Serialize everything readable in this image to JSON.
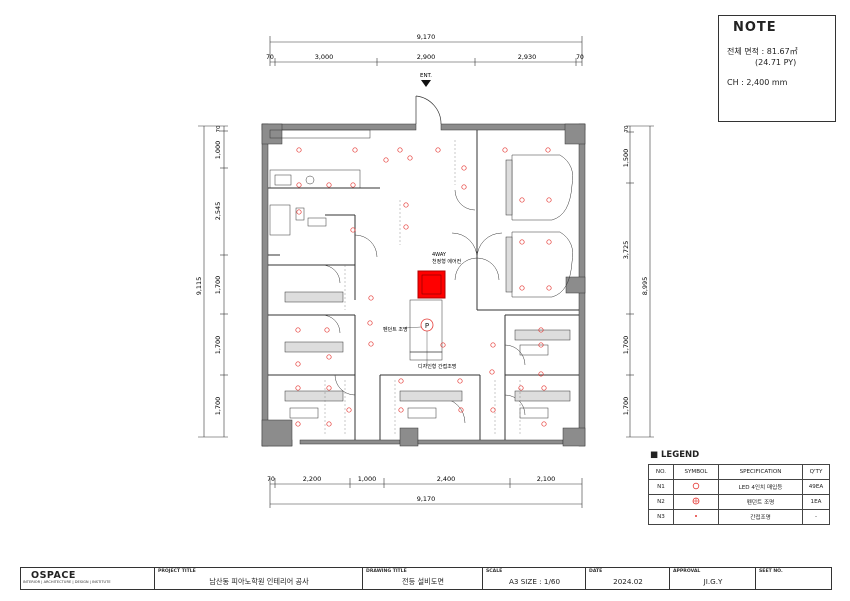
{
  "dimensions": {
    "top_total": "9,170",
    "top_segments": [
      "70",
      "3,000",
      "2,900",
      "2,930",
      "70"
    ],
    "bottom_segments": [
      "70",
      "2,200",
      "1,000",
      "2,400",
      "2,100"
    ],
    "bottom_total": "9,170",
    "left_total": "9,115",
    "left_segments": [
      "70",
      "1,000",
      "2,545",
      "1,700",
      "1,700",
      "1,700"
    ],
    "right_segments": [
      "70",
      "1,500",
      "3,725",
      "1,700",
      "1,700"
    ],
    "right_total": "8,995"
  },
  "plan_labels": {
    "entrance": "ENT.",
    "aircon_4way": "4WAY",
    "aircon": "천정형 에어컨",
    "pendant": "펜던트 조명",
    "design_indirect": "디자인형 간접조명"
  },
  "note": {
    "title": "NOTE",
    "area_label": "전체 면적 : 81.67㎡",
    "area_py": "(24.71 PY)",
    "ceiling": "CH : 2,400 mm"
  },
  "legend": {
    "title": "LEGEND",
    "headers": [
      "NO.",
      "SYMBOL",
      "SPECIFICATION",
      "Q'TY"
    ],
    "rows": [
      {
        "no": "N1",
        "symbol": "circle",
        "spec": "LED 4인치 매입등",
        "qty": "49EA"
      },
      {
        "no": "N2",
        "symbol": "pendant",
        "spec": "펜던트 조명",
        "qty": "1EA"
      },
      {
        "no": "N3",
        "symbol": "dot",
        "spec": "간접조명",
        "qty": "-"
      }
    ]
  },
  "title_block": {
    "company": "OSPACE",
    "company_sub": "INTERIOR | ARCHITECTURE | DESIGN | INSTITUTE",
    "project_title_label": "PROJECT TITLE",
    "project_title": "남산동 피아노학원 인테리어 공사",
    "drawing_title_label": "DRAWING TITLE",
    "drawing_title": "전등 설비도면",
    "scale_label": "SCALE",
    "scale": "A3 SIZE : 1/60",
    "date_label": "DATE",
    "date": "2024.02",
    "approval_label": "APPROVAL",
    "approval": "JI.G.Y",
    "sheet_label": "SEET NO.",
    "sheet": ""
  },
  "colors": {
    "light_symbol": "#e53935",
    "aircon_fill": "#ff0000",
    "wall": "#8c8c8c",
    "line": "#333333"
  }
}
